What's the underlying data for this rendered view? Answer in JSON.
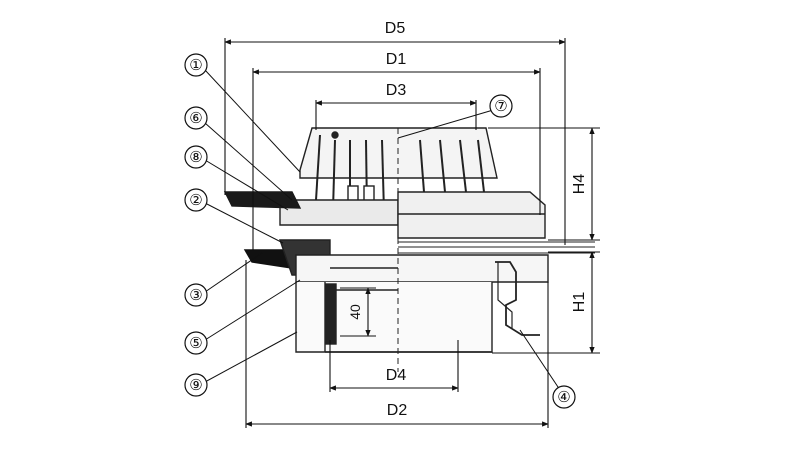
{
  "dimensions": {
    "d5": "D5",
    "d1": "D1",
    "d3": "D3",
    "h4": "H4",
    "h1": "H1",
    "d4": "D4",
    "d2": "D2",
    "forty": "40"
  },
  "callouts": {
    "c1": "①",
    "c6": "⑥",
    "c8": "⑧",
    "c2": "②",
    "c3": "③",
    "c5": "⑤",
    "c9": "⑨",
    "c7": "⑦",
    "c4": "④"
  }
}
